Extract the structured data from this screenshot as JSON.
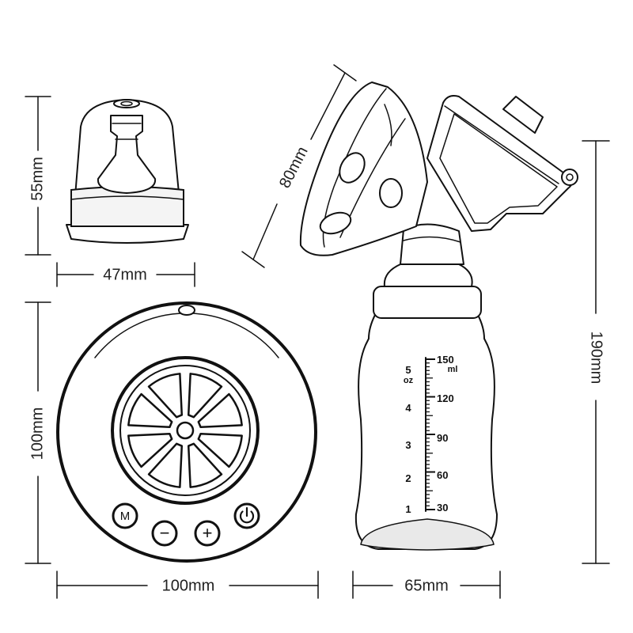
{
  "dimensions": {
    "cap_height": "55mm",
    "cap_width": "47mm",
    "motor_height": "100mm",
    "motor_width": "100mm",
    "funnel_diameter": "80mm",
    "bottle_width": "65mm",
    "total_height": "190mm"
  },
  "bottle_scale": {
    "oz_unit": "oz",
    "ml_unit": "ml",
    "oz_marks": [
      "5",
      "4",
      "3",
      "2",
      "1"
    ],
    "ml_marks": [
      "150",
      "120",
      "90",
      "60",
      "30"
    ]
  },
  "controls": {
    "mode_button_label": "M",
    "minus_button_label": "−",
    "plus_button_label": "+",
    "power_icon": "power-icon"
  }
}
